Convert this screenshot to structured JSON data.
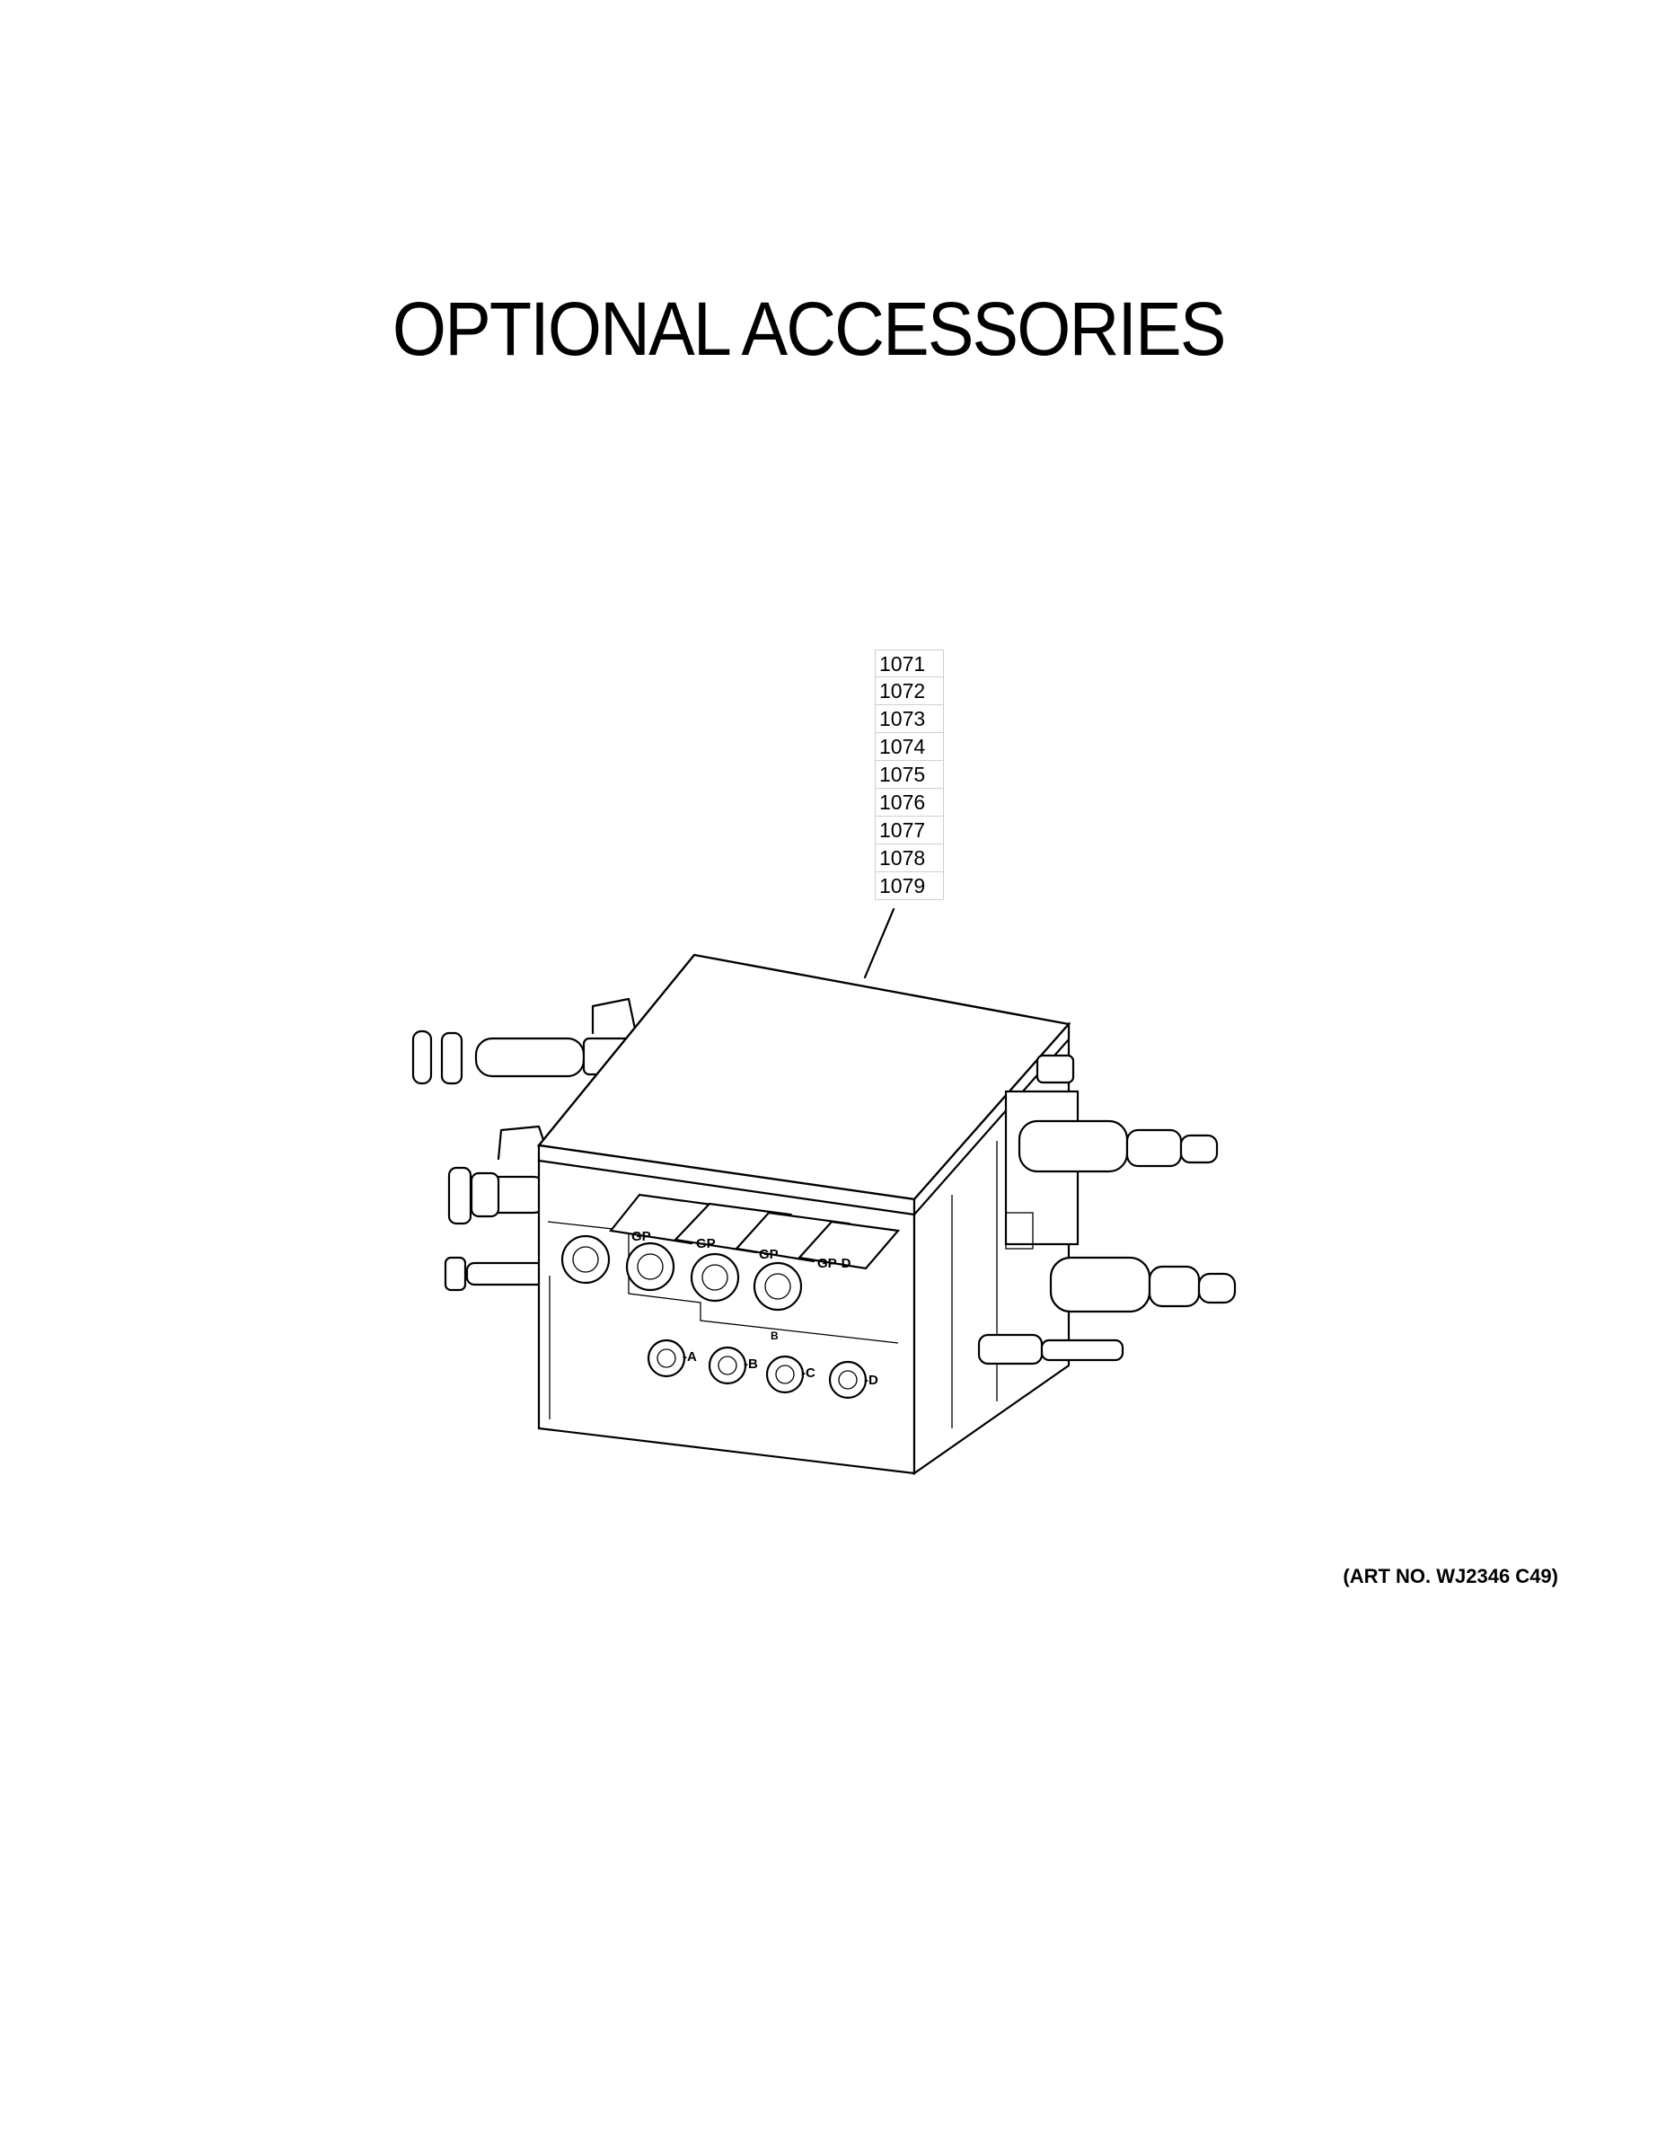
{
  "page": {
    "title": "OPTIONAL ACCESSORIES",
    "art_number": "(ART NO. WJ2346 C49)"
  },
  "diagram": {
    "part_callouts": [
      "1071",
      "1072",
      "1073",
      "1074",
      "1075",
      "1076",
      "1077",
      "1078",
      "1079"
    ],
    "upper_port_labels": [
      "GP",
      "GP",
      "GP",
      "GP-D"
    ],
    "lower_port_labels": [
      "-A",
      "-B",
      "-C",
      "-D"
    ],
    "lower_marker": "B"
  }
}
